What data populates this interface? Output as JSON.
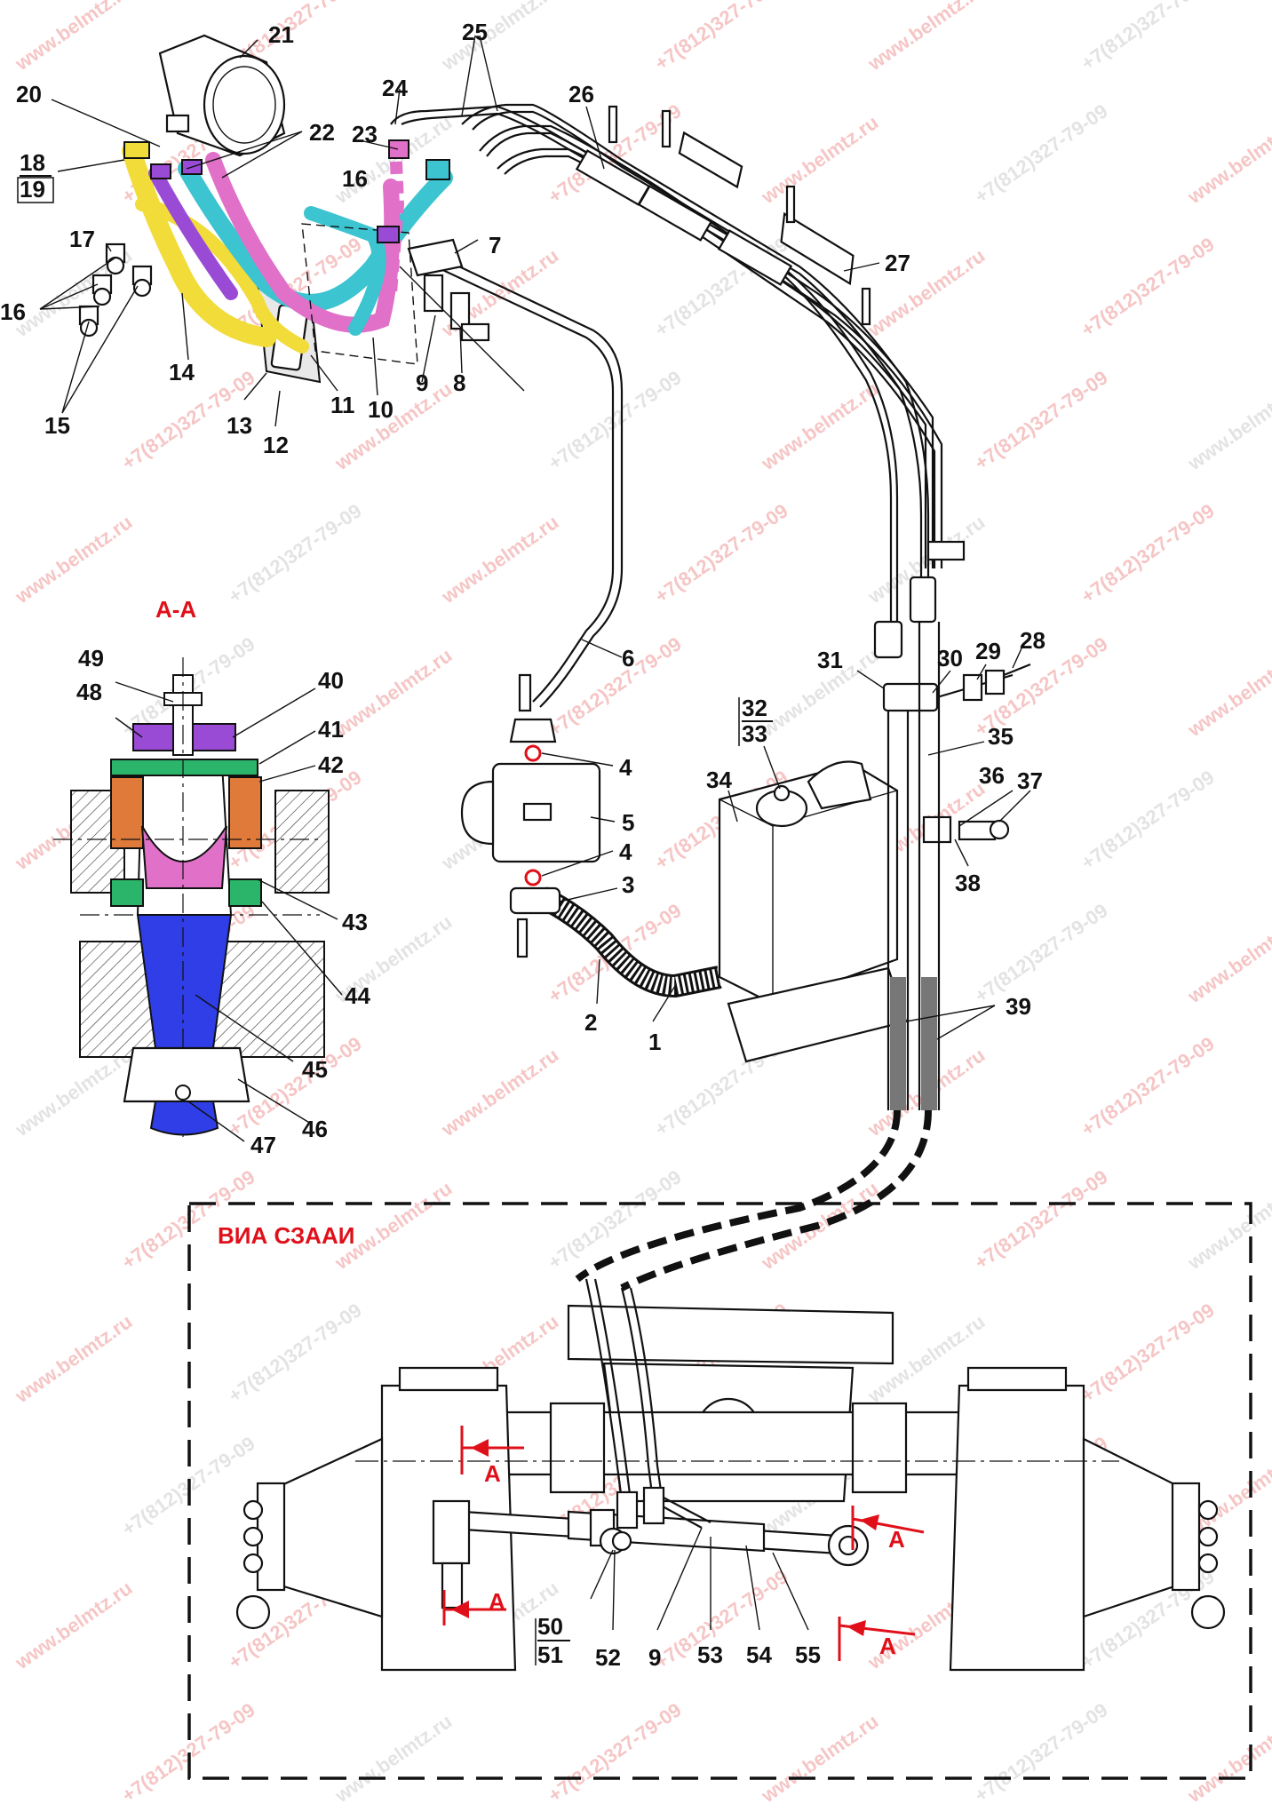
{
  "section_title": "А-А",
  "front_axle_title": "ВИА СЗААИ",
  "section_marker": "A",
  "colors": {
    "yellow": "#f2dc3a",
    "magenta": "#e070c8",
    "cyan": "#3cc4d0",
    "violet": "#9a4bd6",
    "blue": "#2f3ee6",
    "orange": "#e07a3a",
    "green": "#2bb56a",
    "red": "#e0101a"
  },
  "watermarks": [
    "www.belmtz.ru",
    "+7(812)327-79-09"
  ],
  "callouts": {
    "n1": "1",
    "n2": "2",
    "n3": "3",
    "n4a": "4",
    "n4b": "4",
    "n5": "5",
    "n6": "6",
    "n7": "7",
    "n8": "8",
    "n9a": "9",
    "n10": "10",
    "n11": "11",
    "n12": "12",
    "n13": "13",
    "n14": "14",
    "n15": "15",
    "n16a": "16",
    "n16b": "16",
    "n17": "17",
    "n18": "18",
    "n19": "19",
    "n20": "20",
    "n21": "21",
    "n22": "22",
    "n23": "23",
    "n24": "24",
    "n25": "25",
    "n26": "26",
    "n27": "27",
    "n28": "28",
    "n29": "29",
    "n30": "30",
    "n31": "31",
    "n32": "32",
    "n33": "33",
    "n34": "34",
    "n35": "35",
    "n36": "36",
    "n37": "37",
    "n38": "38",
    "n39": "39",
    "n40": "40",
    "n41": "41",
    "n42": "42",
    "n43": "43",
    "n44": "44",
    "n45": "45",
    "n46": "46",
    "n47": "47",
    "n48": "48",
    "n49": "49",
    "n50": "50",
    "n51": "51",
    "n52": "52",
    "n9b": "9",
    "n53": "53",
    "n54": "54",
    "n55": "55"
  }
}
